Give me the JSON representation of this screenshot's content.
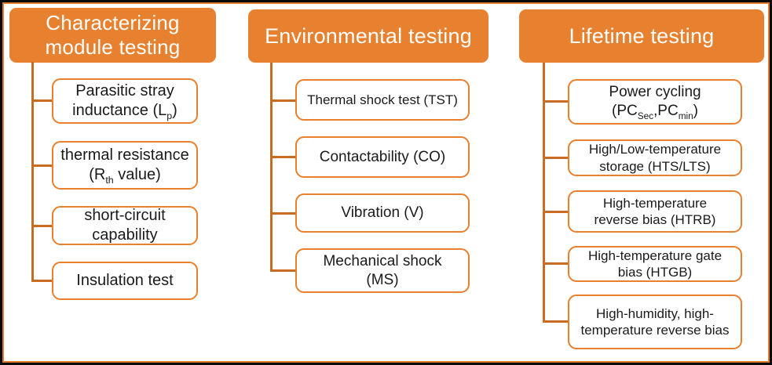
{
  "colors": {
    "header_fill": "#e8812f",
    "box_border": "#e8802d",
    "connector": "#c96c22",
    "header_text": "#ffffff",
    "box_text": "#1a1a1a",
    "outer_frame": "#0a0a0a",
    "inner_frame": "#e07a2c",
    "background": "#ffffff"
  },
  "columns": [
    {
      "header": {
        "line1": "Characterizing",
        "line2": "module testing"
      },
      "items": [
        {
          "line1": "Parasitic stray",
          "line2_pre": "inductance (L",
          "line2_sub": "p",
          "line2_post": ")"
        },
        {
          "line1": "thermal resistance",
          "line2_pre": "(R",
          "line2_sub": "th",
          "line2_post": " value)"
        },
        {
          "line1": "short-circuit",
          "line2": "capability"
        },
        {
          "line1": "Insulation test"
        }
      ]
    },
    {
      "header": {
        "line1": "Environmental testing"
      },
      "items": [
        {
          "line1": "Thermal shock test (TST)"
        },
        {
          "line1": "Contactability (CO)"
        },
        {
          "line1": "Vibration (V)"
        },
        {
          "line1": "Mechanical shock",
          "line2": "(MS)"
        }
      ]
    },
    {
      "header": {
        "line1": "Lifetime testing"
      },
      "items": [
        {
          "line1": "Power cycling",
          "line2_pre": "(PC",
          "line2_sub1": "Sec",
          "line2_mid": ",PC",
          "line2_sub2": "min",
          "line2_post": ")"
        },
        {
          "line1": "High/Low-temperature",
          "line2": "storage (HTS/LTS)"
        },
        {
          "line1": "High-temperature",
          "line2": "reverse bias (HTRB)"
        },
        {
          "line1": "High-temperature gate",
          "line2": "bias (HTGB)"
        },
        {
          "line1": "High-humidity, high-",
          "line2": "temperature reverse bias"
        }
      ]
    }
  ]
}
